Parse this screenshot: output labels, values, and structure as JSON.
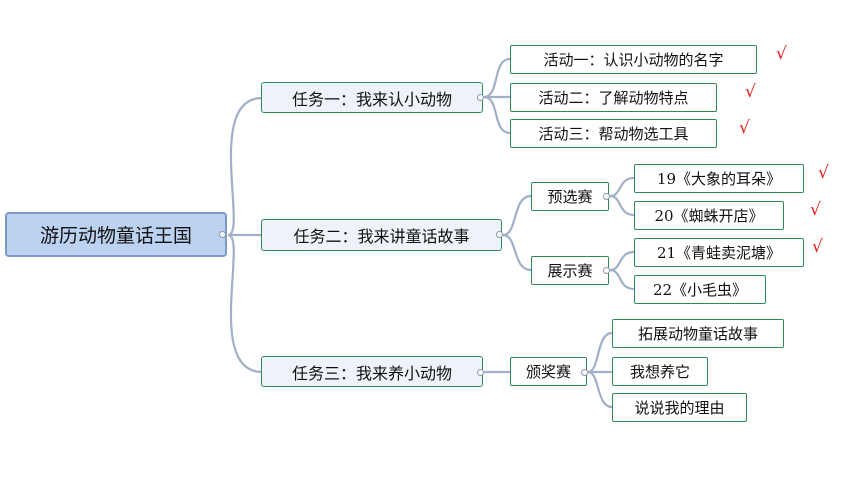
{
  "root": {
    "label": "游历动物童话王国"
  },
  "tasks": [
    {
      "label": "任务一：我来认小动物"
    },
    {
      "label": "任务二：我来讲童话故事"
    },
    {
      "label": "任务三：我来养小动物"
    }
  ],
  "task1_activities": [
    {
      "label": "活动一：认识小动物的名字",
      "checked": true
    },
    {
      "label": "活动二：了解动物特点",
      "checked": true
    },
    {
      "label": "活动三：帮动物选工具",
      "checked": true
    }
  ],
  "task2_stages": [
    {
      "label": "预选赛"
    },
    {
      "label": "展示赛"
    }
  ],
  "task2_stories": [
    {
      "label": "19《大象的耳朵》",
      "checked": true
    },
    {
      "label": "20《蜘蛛开店》",
      "checked": true
    },
    {
      "label": "21《青蛙卖泥塘》",
      "checked": true
    },
    {
      "label": "22《小毛虫》",
      "checked": false
    }
  ],
  "task3_stage": {
    "label": "颁奖赛"
  },
  "task3_items": [
    {
      "label": "拓展动物童话故事"
    },
    {
      "label": "我想养它"
    },
    {
      "label": "说说我的理由"
    }
  ],
  "check_mark": "√",
  "colors": {
    "root_fill": "#bcd2f1",
    "task_fill": "#eef3f9",
    "border_green": "#2e8b57",
    "line": "#9fb0c8",
    "check": "#e21b1b"
  }
}
